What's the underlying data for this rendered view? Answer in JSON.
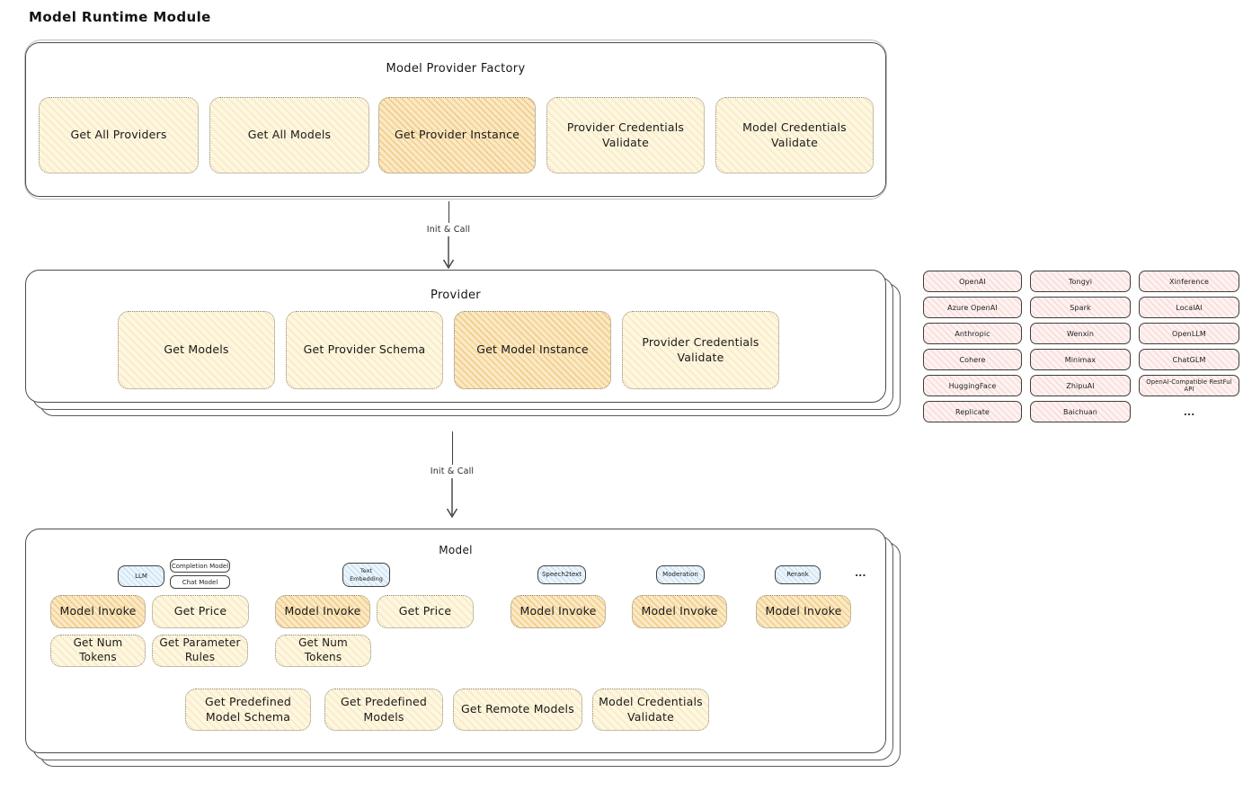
{
  "title": "Model Runtime Module",
  "colors": {
    "yellow_fill": "#fdf6e0",
    "yellow_hatch": "#ebc364",
    "orange_fill": "#fae9c4",
    "orange_hatch": "#e9a034",
    "pink_fill": "#fdf2f1",
    "pink_hatch": "#e48278",
    "blue_fill": "#ecf5fc",
    "blue_hatch": "#5fa0d7",
    "border_dark": "#4c4c4c"
  },
  "factory": {
    "title": "Model Provider Factory",
    "buttons": [
      {
        "label": "Get All Providers",
        "highlighted": false
      },
      {
        "label": "Get All Models",
        "highlighted": false
      },
      {
        "label": "Get Provider Instance",
        "highlighted": true
      },
      {
        "label": "Provider Credentials Validate",
        "highlighted": false
      },
      {
        "label": "Model Credentials Validate",
        "highlighted": false
      }
    ]
  },
  "arrow1": {
    "label": "Init & Call"
  },
  "arrow2": {
    "label": "Init & Call"
  },
  "provider": {
    "title": "Provider",
    "buttons": [
      {
        "label": "Get Models",
        "highlighted": false
      },
      {
        "label": "Get Provider Schema",
        "highlighted": false
      },
      {
        "label": "Get Model Instance",
        "highlighted": true
      },
      {
        "label": "Provider Credentials Validate",
        "highlighted": false
      }
    ]
  },
  "providers_grid": {
    "items": [
      "OpenAI",
      "Tongyi",
      "Xinference",
      "Azure OpenAI",
      "Spark",
      "LocalAI",
      "Anthropic",
      "Wenxin",
      "OpenLLM",
      "Cohere",
      "Minimax",
      "ChatGLM",
      "HuggingFace",
      "ZhipuAI",
      "OpenAI-Compatible RestFul API",
      "Replicate",
      "Baichuan"
    ],
    "more": "..."
  },
  "model": {
    "title": "Model",
    "tabs": {
      "llm": "LLM",
      "completion": "Completion Model",
      "chat": "Chat Model",
      "text_embedding": "Text Embedding",
      "speech2text": "Speech2text",
      "moderation": "Moderation",
      "rerank": "Rerank",
      "more": "..."
    },
    "llm_buttons": [
      {
        "label": "Model Invoke",
        "highlighted": true
      },
      {
        "label": "Get Price",
        "highlighted": false
      },
      {
        "label": "Get Num Tokens",
        "highlighted": false
      },
      {
        "label": "Get Parameter Rules",
        "highlighted": false
      }
    ],
    "embedding_buttons": [
      {
        "label": "Model Invoke",
        "highlighted": true
      },
      {
        "label": "Get Price",
        "highlighted": false
      },
      {
        "label": "Get Num Tokens",
        "highlighted": false
      }
    ],
    "speech2text_buttons": [
      {
        "label": "Model Invoke",
        "highlighted": true
      }
    ],
    "moderation_buttons": [
      {
        "label": "Model Invoke",
        "highlighted": true
      }
    ],
    "rerank_buttons": [
      {
        "label": "Model Invoke",
        "highlighted": true
      }
    ],
    "common_buttons": [
      {
        "label": "Get Predefined Model Schema"
      },
      {
        "label": "Get Predefined Models"
      },
      {
        "label": "Get Remote Models"
      },
      {
        "label": "Model Credentials Validate"
      }
    ]
  }
}
